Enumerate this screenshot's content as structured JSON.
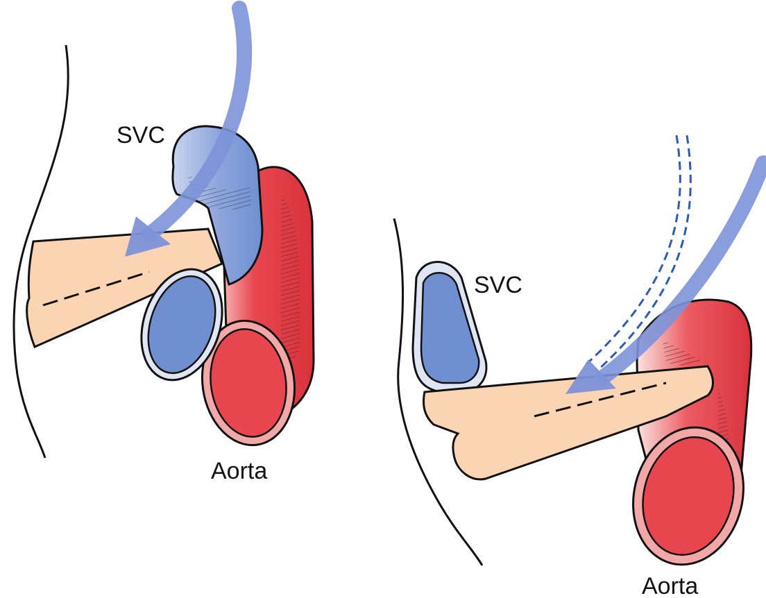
{
  "panels": [
    {
      "svc_label": "SVC",
      "aorta_label": "Aorta"
    },
    {
      "svc_label": "SVC",
      "aorta_label": "Aorta"
    }
  ],
  "colors": {
    "aorta_red": "#e8464f",
    "aorta_highlight": "#f7b6b4",
    "svc_blue": "#6f8fd0",
    "svc_highlight": "#c9d5ef",
    "arrow_blue": "#7d92d8",
    "bronchus_peach": "#fbd4b3",
    "dashed_path_blue": "#2d5bb0",
    "outline": "#111111"
  },
  "icons": {
    "arrow": "curved-arrow"
  }
}
